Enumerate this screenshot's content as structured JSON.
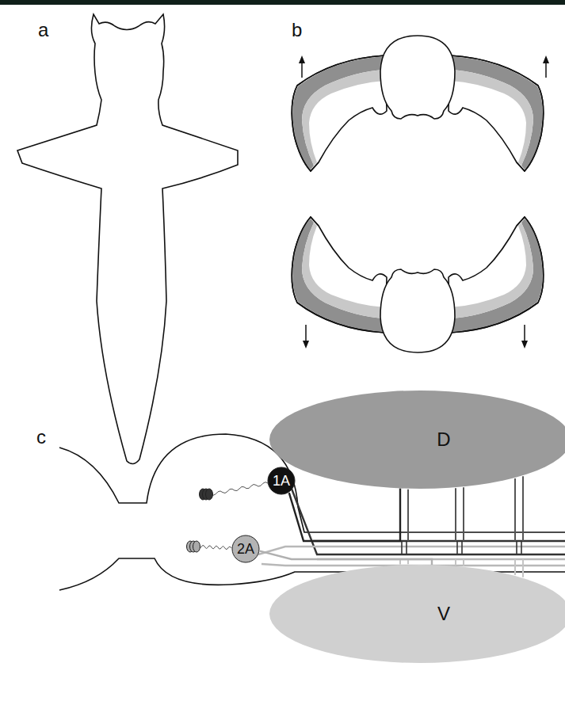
{
  "diagram": {
    "nodes": [
      {
        "text": [
          "D"
        ]
      },
      {
        "text": [
          "1A"
        ]
      },
      {
        "text": [
          "2A"
        ]
      },
      {
        "text": [
          "V"
        ]
      }
    ],
    "edges": [
      {
        "from": 1,
        "to": 0,
        "arrow": "none"
      },
      {
        "from": 2,
        "to": 3,
        "arrow": "none"
      }
    ],
    "labels": [
      "a",
      "b",
      "c"
    ]
  }
}
